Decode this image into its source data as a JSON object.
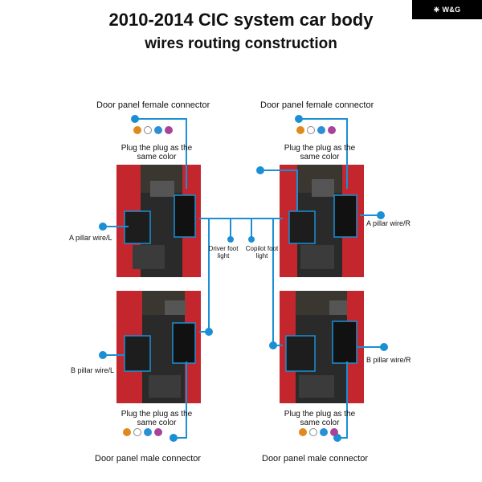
{
  "title_line1": "2010-2014 CIC system car body",
  "title_line2": "wires routing construction",
  "logo_text": "W&G",
  "labels": {
    "door_female_left": "Door panel female connector",
    "door_female_right": "Door panel female connector",
    "plug_same_color": "Plug the plug as the same color",
    "a_pillar_left": "A pillar wire/L",
    "a_pillar_right": "A pillar wire/R",
    "b_pillar_left": "B pillar wire/L",
    "b_pillar_right": "B pillar wire/R",
    "driver_foot": "Driver foot light",
    "copilot_foot": "Copilot foot light",
    "door_male_left": "Door panel male connector",
    "door_male_right": "Door panel male connector"
  },
  "colors": {
    "wire": "#1a8fd4",
    "plug_dots": [
      "#e08a1e",
      "#ffffff",
      "#2b8fd6",
      "#a8439a"
    ],
    "car_red": "#c4262e"
  },
  "icons": {
    "logo_mark": "wg-logo-icon",
    "plug_dot": "color-dot-icon"
  }
}
